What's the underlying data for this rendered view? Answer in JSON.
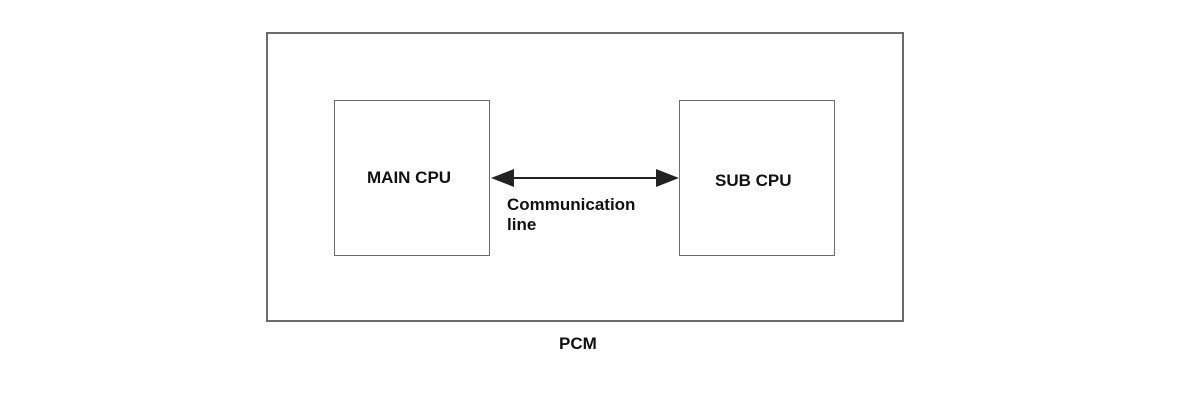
{
  "diagram": {
    "outer_label": "PCM",
    "left_box_label": "MAIN CPU",
    "right_box_label": "SUB CPU",
    "link_label_line1": "Communication",
    "link_label_line2": "line"
  },
  "colors": {
    "border": "#6b6b6b",
    "text": "#111111",
    "arrow": "#222222"
  }
}
